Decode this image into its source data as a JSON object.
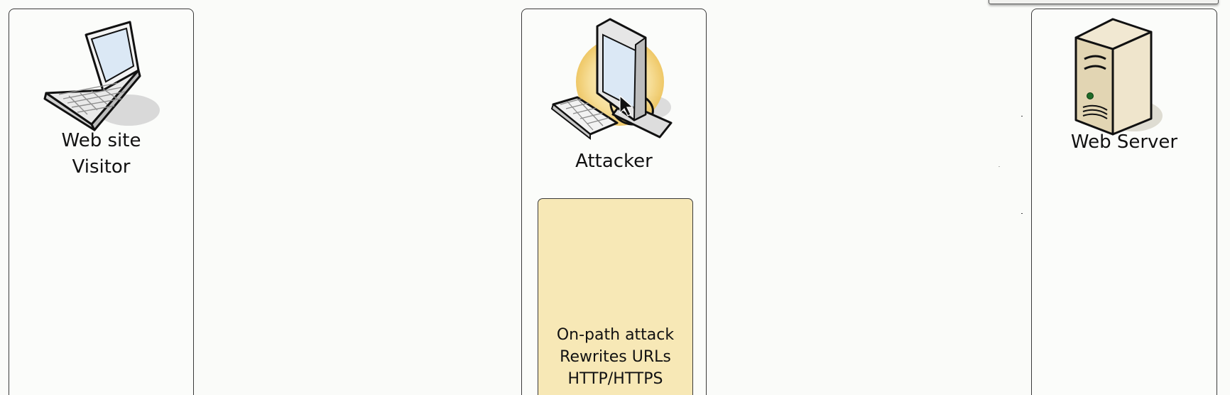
{
  "actors": {
    "visitor": {
      "label_line1": "Web site",
      "label_line2": "Visitor",
      "icon": "laptop-icon"
    },
    "attacker": {
      "label": "Attacker",
      "icon": "desktop-computer-icon"
    },
    "server": {
      "label": "Web Server",
      "icon": "server-tower-icon"
    }
  },
  "note": {
    "line1": "On-path attack",
    "line2": "Rewrites URLs",
    "line3": "HTTP/HTTPS"
  },
  "colors": {
    "note_fill": "#f7e8b6",
    "highlight": "#f4d37a",
    "server_body": "#ece0c3",
    "screen": "#dbe8f5"
  }
}
